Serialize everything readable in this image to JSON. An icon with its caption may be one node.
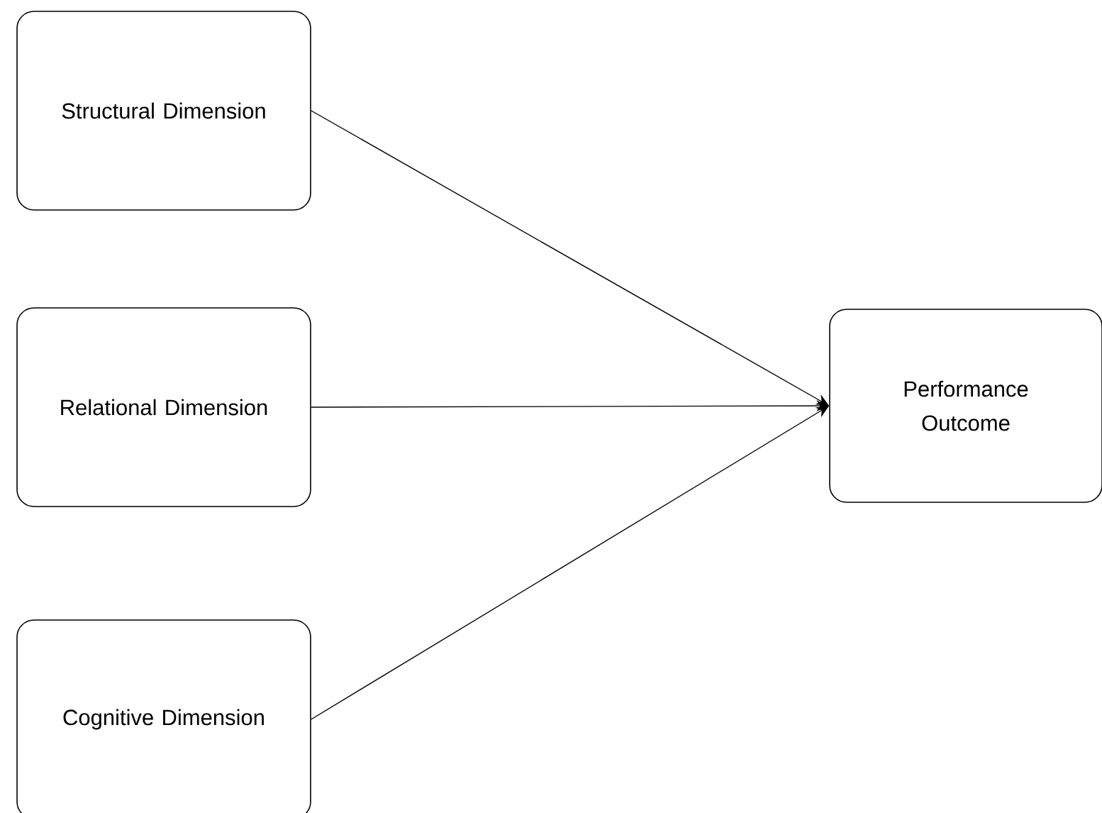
{
  "diagram": {
    "nodes": [
      {
        "text": [
          "Structural Dimension"
        ]
      },
      {
        "text": [
          "Relational Dimension"
        ]
      },
      {
        "text": [
          "Cognitive Dimension"
        ]
      },
      {
        "text": [
          "Performance Outcome"
        ]
      }
    ],
    "edges": [
      {
        "from": 0,
        "to": 3,
        "arrow": "to"
      },
      {
        "from": 1,
        "to": 3,
        "arrow": "to"
      },
      {
        "from": 2,
        "to": 3,
        "arrow": "to"
      }
    ]
  }
}
